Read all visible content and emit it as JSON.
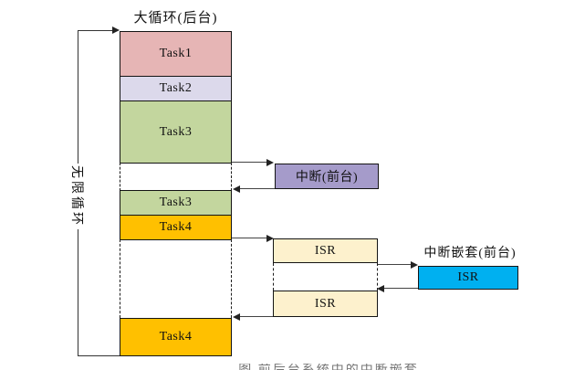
{
  "main_column": {
    "title": "大循环(后台)",
    "segments": [
      {
        "name": "task1",
        "label": "Task1",
        "color": "#e6b5b5"
      },
      {
        "name": "task2",
        "label": "Task2",
        "color": "#dcd9eb"
      },
      {
        "name": "task3",
        "label": "Task3",
        "color": "#c3d69e"
      },
      {
        "name": "task3-resume",
        "label": "Task3",
        "color": "#c3d69e"
      },
      {
        "name": "task4",
        "label": "Task4",
        "color": "#ffc000"
      },
      {
        "name": "task4-resume",
        "label": "Task4",
        "color": "#ffc000"
      }
    ]
  },
  "left_loop": {
    "label": "无限循环"
  },
  "foreground": {
    "interrupt_box": {
      "label": "中断(前台)",
      "color": "#a59bca"
    },
    "isr_first": {
      "label": "ISR",
      "color": "#fdf1cd"
    },
    "isr_second": {
      "label": "ISR",
      "color": "#fdf1cd"
    },
    "nested": {
      "title": "中断嵌套(前台)",
      "isr_label": "ISR",
      "color": "#00b0f0"
    }
  },
  "caption_cropped": "图 前后台系统中的中断嵌套"
}
